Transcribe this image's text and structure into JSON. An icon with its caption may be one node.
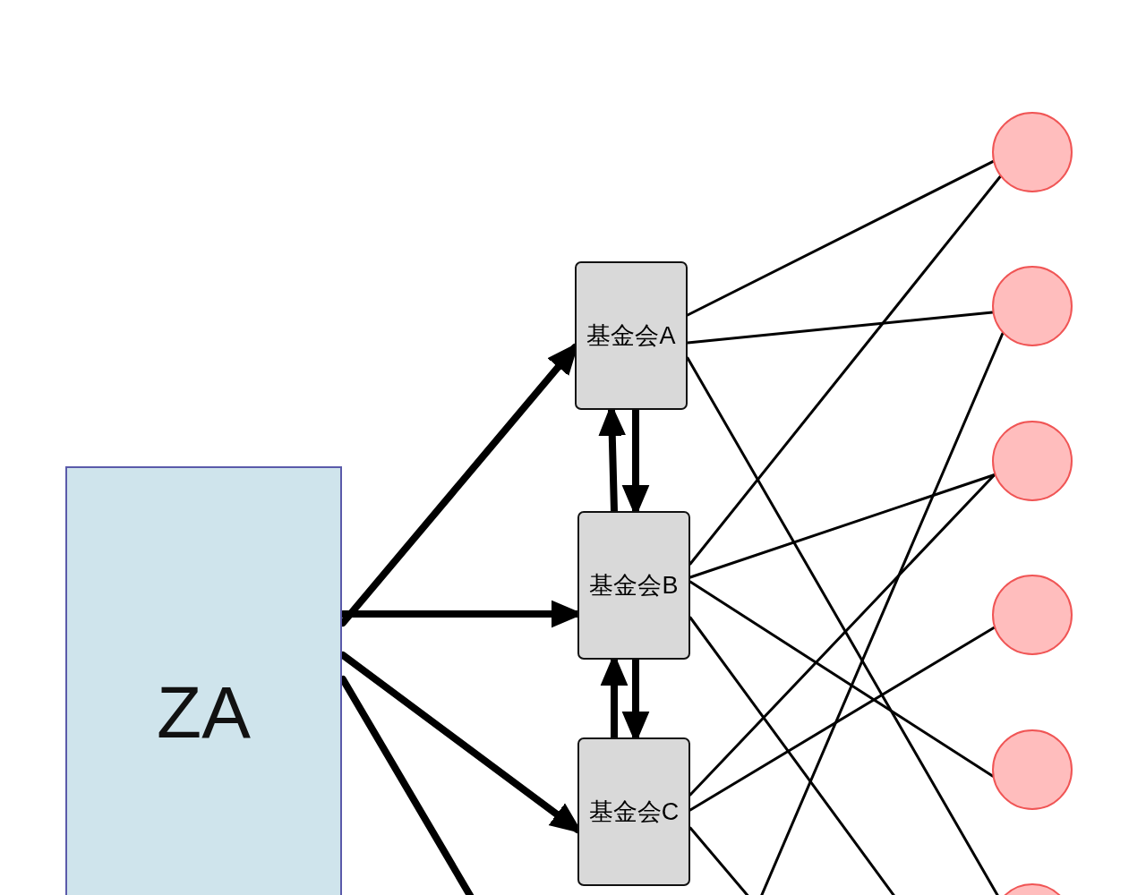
{
  "diagram": {
    "nodes": [
      {
        "text": [
          "ZA"
        ]
      },
      {
        "text": [
          "基金会A"
        ]
      },
      {
        "text": [
          "基金会B"
        ]
      },
      {
        "text": [
          "基金会C"
        ]
      },
      {
        "text": [],
        "shape": "circle"
      },
      {
        "text": [],
        "shape": "circle"
      },
      {
        "text": [],
        "shape": "circle"
      },
      {
        "text": [],
        "shape": "circle"
      },
      {
        "text": [],
        "shape": "circle"
      },
      {
        "text": [],
        "shape": "circle"
      }
    ],
    "edges": [
      {
        "from": 0,
        "to": 1,
        "arrow": "to",
        "style": "thick"
      },
      {
        "from": 0,
        "to": 2,
        "arrow": "to",
        "style": "thick"
      },
      {
        "from": 0,
        "to": 3,
        "arrow": "to",
        "style": "thick"
      },
      {
        "from": 0,
        "to": null,
        "arrow": "none",
        "style": "thick"
      },
      {
        "from": 2,
        "to": 1,
        "arrow": "to",
        "style": "thick"
      },
      {
        "from": 1,
        "to": 2,
        "arrow": "to",
        "style": "thick"
      },
      {
        "from": 3,
        "to": 2,
        "arrow": "to",
        "style": "thick"
      },
      {
        "from": 2,
        "to": 3,
        "arrow": "to",
        "style": "thick"
      },
      {
        "from": 1,
        "to": 4,
        "arrow": "none"
      },
      {
        "from": 1,
        "to": 5,
        "arrow": "none"
      },
      {
        "from": 1,
        "to": 9,
        "arrow": "none"
      },
      {
        "from": 2,
        "to": 4,
        "arrow": "none"
      },
      {
        "from": 2,
        "to": 6,
        "arrow": "none"
      },
      {
        "from": 2,
        "to": 8,
        "arrow": "none"
      },
      {
        "from": 2,
        "to": null,
        "arrow": "none"
      },
      {
        "from": 3,
        "to": 6,
        "arrow": "none"
      },
      {
        "from": 3,
        "to": 7,
        "arrow": "none"
      },
      {
        "from": 3,
        "to": null,
        "arrow": "none"
      },
      {
        "from": null,
        "to": 5,
        "arrow": "none"
      }
    ]
  }
}
